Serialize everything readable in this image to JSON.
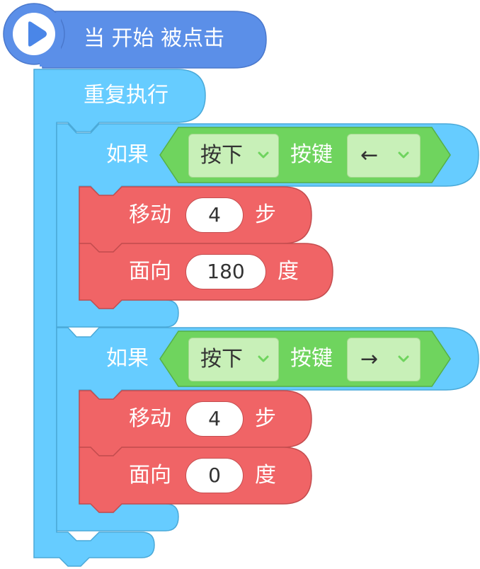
{
  "event": {
    "label": "当 开始 被点击",
    "icon": "play-icon"
  },
  "repeat": {
    "label": "重复执行"
  },
  "if_blocks": [
    {
      "label": "如果",
      "condition": {
        "mode": "按下",
        "key_word": "按键",
        "key": "←"
      },
      "move": {
        "label": "移动",
        "value": "4",
        "unit": "步"
      },
      "face": {
        "label": "面向",
        "value": "180",
        "unit": "度"
      }
    },
    {
      "label": "如果",
      "condition": {
        "mode": "按下",
        "key_word": "按键",
        "key": "→"
      },
      "move": {
        "label": "移动",
        "value": "4",
        "unit": "步"
      },
      "face": {
        "label": "面向",
        "value": "0",
        "unit": "度"
      }
    }
  ],
  "colors": {
    "event": "#5b8fe8",
    "control": "#66ccff",
    "sensing": "#6fd45e",
    "motion": "#f06466"
  }
}
